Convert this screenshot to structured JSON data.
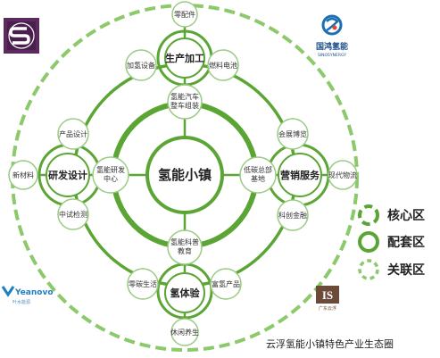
{
  "colors": {
    "green": "#5aa534",
    "light_green": "#8bc96a",
    "node_border": "#9acb82",
    "text": "#333333"
  },
  "center": {
    "label": "氢能小镇"
  },
  "top": {
    "hub": "生产加工",
    "top": "零配件",
    "left": "加氢设备",
    "right": "燃料电池",
    "bottom_line1": "氢能汽车",
    "bottom_line2": "整车组装"
  },
  "left": {
    "hub": "研发设计",
    "top": "产品设计",
    "left": "新材料",
    "bottom": "中试检测",
    "right_line1": "氢能研发",
    "right_line2": "中心"
  },
  "right": {
    "hub": "营销服务",
    "top": "会展博览",
    "right": "现代物流",
    "bottom": "科创金融",
    "left_line1": "低碳总部",
    "left_line2": "基地"
  },
  "bottom": {
    "hub": "氢体验",
    "left": "零碳生活",
    "right": "富氢产品",
    "bottom": "休闲养生",
    "top_line1": "氢能科普",
    "top_line2": "教育"
  },
  "legend": {
    "core": "核心区",
    "support": "配套区",
    "related": "关联区"
  },
  "logos": {
    "top_left_icon": "s-logo-icon",
    "top_right_text": "国鸿氢能",
    "top_right_sub": "SINOSYNERGY",
    "top_right_icon": "sinosynergy-logo-icon",
    "bottom_left_text": "Yeanovo",
    "bottom_left_sub": "叶水能源",
    "bottom_left_icon": "yeanovo-logo-icon",
    "bottom_right_icon": "brand-logo-icon",
    "bottom_right_sub": "广东云浮"
  },
  "caption": "云浮氢能小镇特色产业生态圈"
}
